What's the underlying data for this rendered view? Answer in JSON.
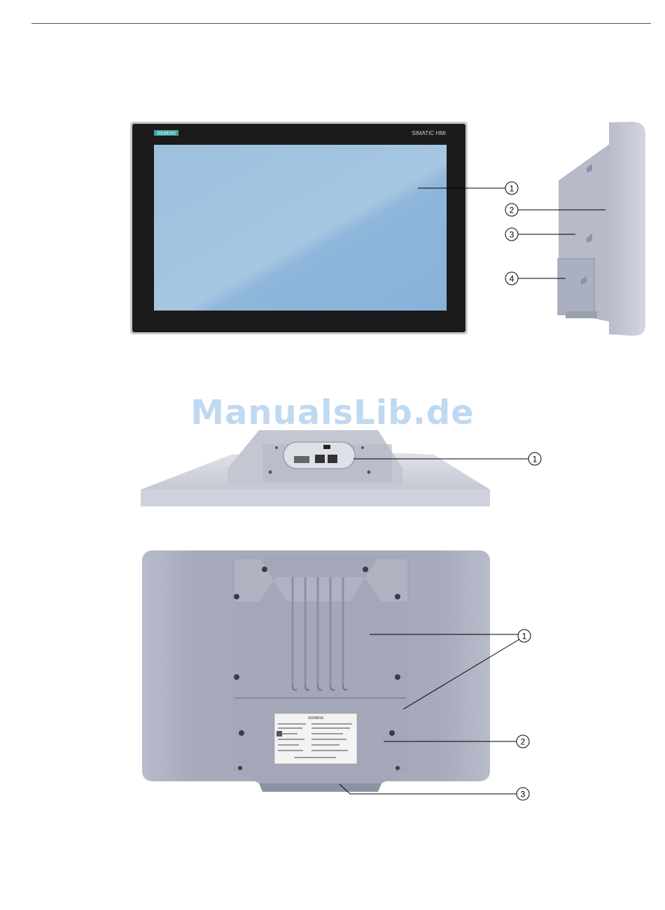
{
  "header": {
    "rule": true
  },
  "figure_front": {
    "brand_logo": "SIEMENS",
    "product_label": "SIMATIC HMI",
    "callouts": [
      "1",
      "2",
      "3",
      "4"
    ]
  },
  "watermark": {
    "text": "ManualsLib.de"
  },
  "figure_bottom": {
    "callouts": [
      "1"
    ]
  },
  "figure_rear": {
    "callouts": [
      "1",
      "2",
      "3"
    ],
    "rating_plate_brand": "SIEMENS"
  },
  "colors": {
    "screen": "#93b9dc",
    "bezel": "#1b1b1b",
    "housing": "#a9adbd",
    "housing_light": "#c8ccd8",
    "logo_teal": "#3fa3a1"
  }
}
